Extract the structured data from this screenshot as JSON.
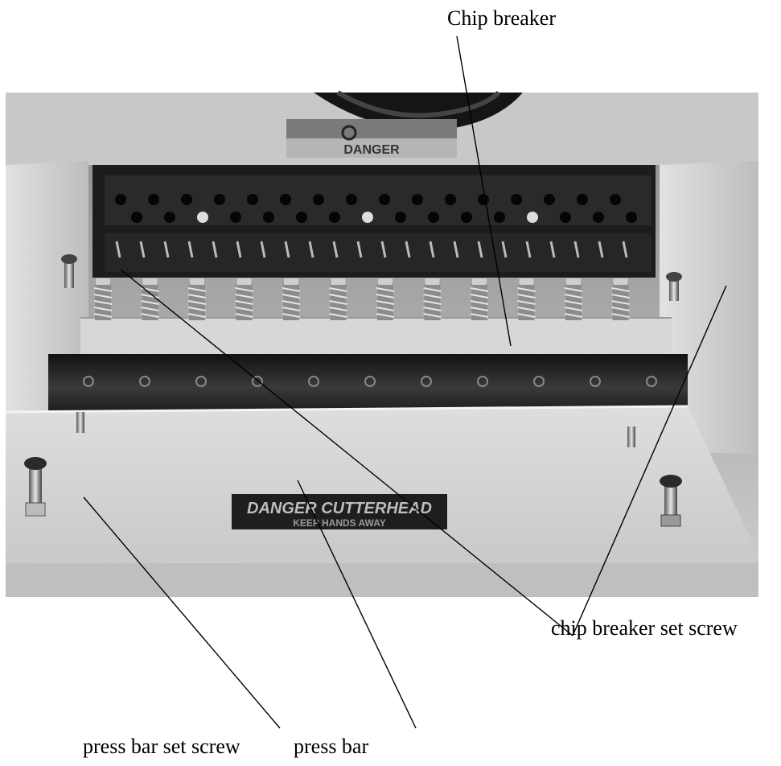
{
  "labels": {
    "chip_breaker": "Chip breaker",
    "chip_breaker_set_screw": "chip breaker set screw",
    "press_bar_set_screw": "press bar set screw",
    "press_bar": "press bar"
  },
  "photo": {
    "top_sign": "DANGER",
    "warning_sign_line1": "DANGER CUTTERHEAD",
    "warning_sign_line2": "KEEP HANDS AWAY"
  },
  "colors": {
    "line": "#000000",
    "photo_dark": "#1a1a1a",
    "photo_light": "#d9d9d9"
  }
}
